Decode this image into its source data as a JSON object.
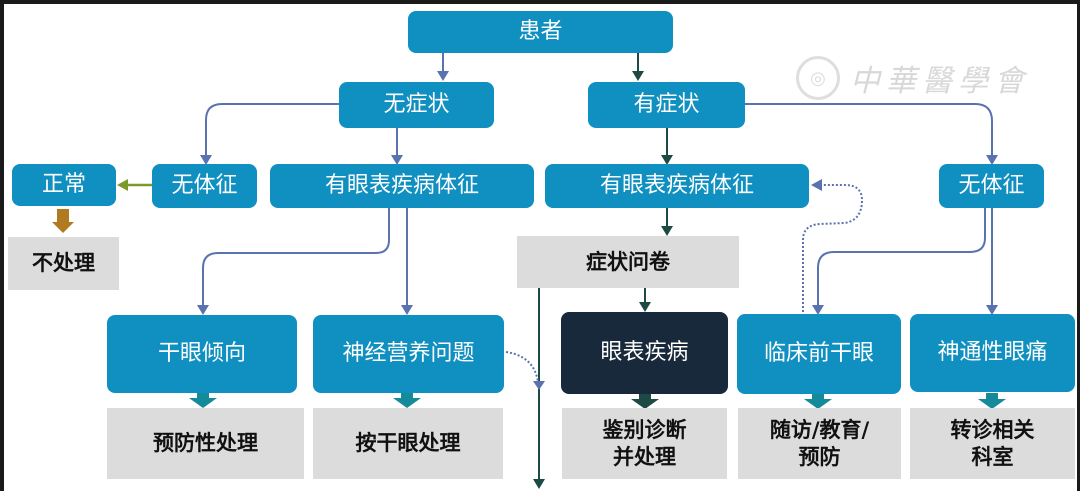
{
  "watermark": {
    "logo_icon": "journal-seal-icon",
    "text": "中華醫學會"
  },
  "nodes": {
    "patient": "患者",
    "asymptomatic": "无症状",
    "symptomatic": "有症状",
    "normal": "正常",
    "no_signs_left": "无体征",
    "ocular_surface_signs_left": "有眼表疾病体征",
    "ocular_surface_signs_right": "有眼表疾病体征",
    "no_signs_right": "无体征",
    "no_treatment": "不处理",
    "symptom_questionnaire": "症状问卷",
    "dry_eye_tendency": "干眼倾向",
    "neurotrophic_problem": "神经营养问题",
    "ocular_surface_disease": "眼表疾病",
    "preclinical_dry_eye": "临床前干眼",
    "neuropathic_eye_pain": "神通性眼痛"
  },
  "actions": {
    "preventive_treatment": "预防性处理",
    "treat_as_dry_eye": "按干眼处理",
    "differential_diagnosis_line1": "鉴别诊断",
    "differential_diagnosis_line2": "并处理",
    "follow_up_line1": "随访/教育/",
    "follow_up_line2": "预防",
    "referral_line1": "转诊相关",
    "referral_line2": "科室"
  },
  "colors": {
    "node_blue": "#1090c0",
    "node_dark": "#17293a",
    "action_gray": "#dcdcdc",
    "connector_blue": "#5a72b0",
    "connector_dark": "#1d4a44",
    "arrow_olive": "#7a9a2a",
    "arrow_brown": "#b07a20",
    "arrow_teal": "#158a9a"
  }
}
